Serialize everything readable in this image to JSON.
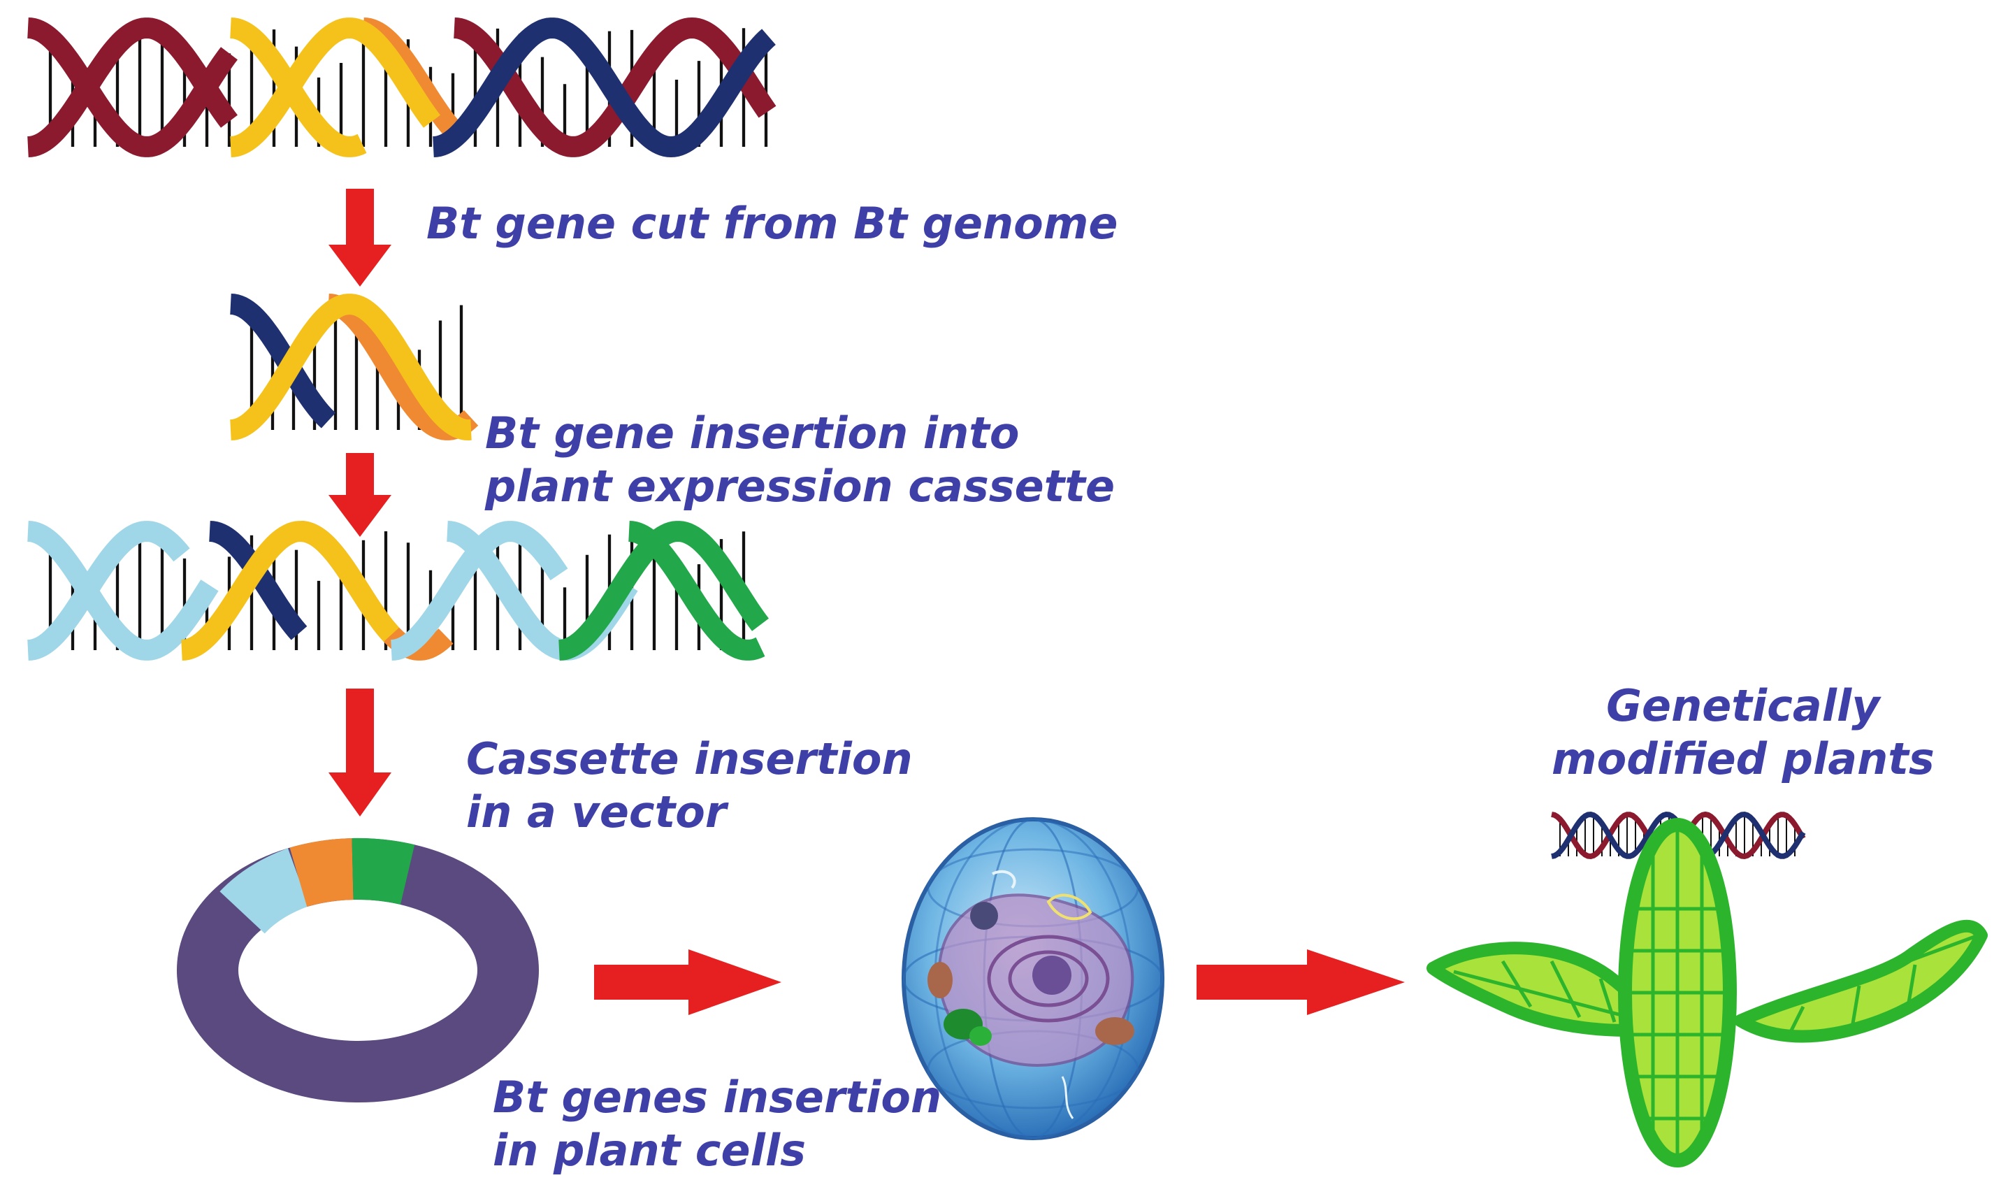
{
  "labels": {
    "step1": [
      "Bt gene cut from Bt genome"
    ],
    "step2": [
      "Bt gene insertion into",
      "plant expression cassette"
    ],
    "step3": [
      "Cassette insertion",
      "in a vector"
    ],
    "step4": [
      "Bt genes insertion",
      "in plant cells"
    ],
    "step5": [
      "Genetically",
      "modified plants"
    ]
  },
  "colors": {
    "label_text": "#3f3fa8",
    "arrow": "#e62020",
    "bt_dna_red": "#8b1a2e",
    "bt_dna_navy": "#1f3070",
    "bt_gene_yellow": "#f5c21b",
    "bt_gene_orange": "#f08a32",
    "cassette_lightblue": "#9fd6e8",
    "cassette_green": "#22a84a",
    "vector_purple": "#5a4a80",
    "cell_blue": "#4f9fd8",
    "plant_green": "#2cb52c",
    "plant_lime": "#a8e23a"
  },
  "icons": [
    "dna-helix-icon",
    "plasmid-ring-icon",
    "plant-cell-icon",
    "plant-seedling-icon",
    "arrow-icon"
  ]
}
